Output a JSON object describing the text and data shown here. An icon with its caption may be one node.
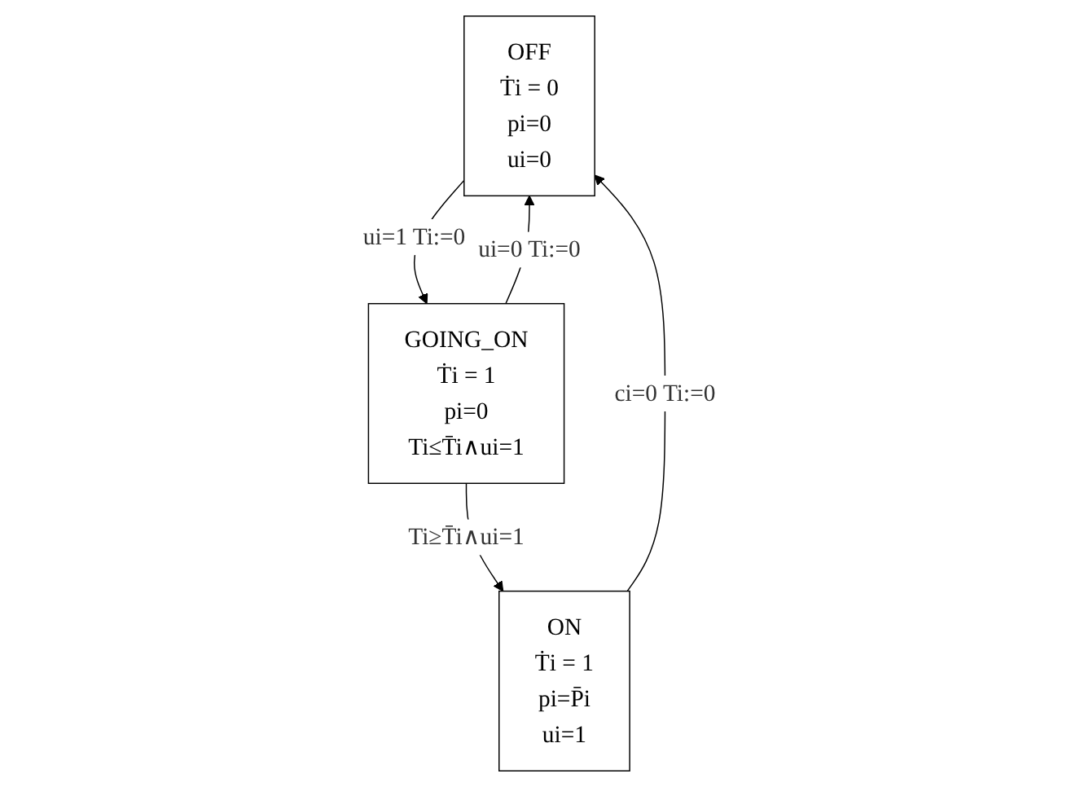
{
  "diagram": {
    "nodes": [
      {
        "text": [
          "OFF",
          "Ṫi = 0",
          "pi=0",
          "ui=0"
        ]
      },
      {
        "text": [
          "GOING_ON",
          "Ṫi = 1",
          "pi=0",
          "Ti≤T̄i∧ui=1"
        ]
      },
      {
        "text": [
          "ON",
          "Ṫi = 1",
          "pi=P̄i",
          "ui=1"
        ]
      }
    ],
    "edges": [
      {
        "from": 0,
        "to": 1,
        "arrow": "to",
        "label": "ui=1 Ti:=0"
      },
      {
        "from": 1,
        "to": 0,
        "arrow": "to",
        "label": "ui=0 Ti:=0"
      },
      {
        "from": 1,
        "to": 2,
        "arrow": "to",
        "label": "Ti≥T̄i∧ui=1"
      },
      {
        "from": 2,
        "to": 0,
        "arrow": "to",
        "label": "ci=0 Ti:=0"
      }
    ]
  }
}
